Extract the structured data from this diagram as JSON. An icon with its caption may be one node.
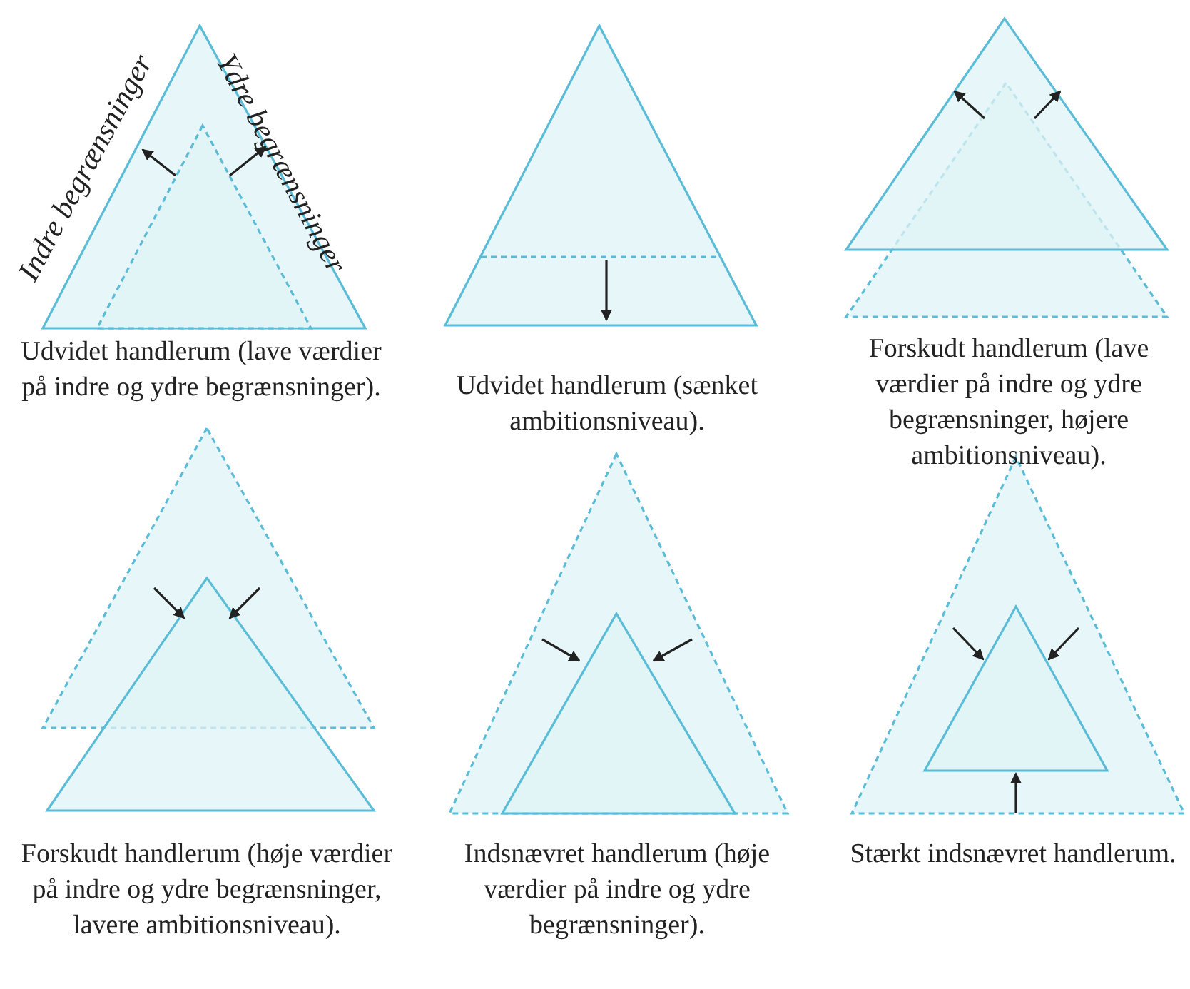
{
  "diagram": {
    "labels": [
      "Indre begrænsninger",
      "Ydre begrænsninger",
      "Udvidet handlerum (lave værdier på indre og ydre begrænsninger).",
      "Udvidet handlerum (sænket ambitionsniveau).",
      "Forskudt handlerum (lave værdier på indre og ydre begrænsninger, højere ambitionsniveau).",
      "Forskudt handlerum (høje værdier på indre og ydre begrænsninger, lavere ambitionsniveau).",
      "Indsnævret handlerum (høje værdier på indre og ydre begrænsninger).",
      "Stærkt indsnævret handlerum."
    ]
  }
}
